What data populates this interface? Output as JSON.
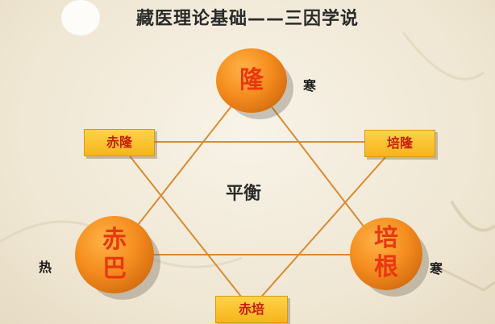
{
  "title": "藏医理论基础——三因学说",
  "center_label": "平衡",
  "nodes": {
    "top": "隆",
    "left": [
      "赤",
      "巴"
    ],
    "right": [
      "培",
      "根"
    ]
  },
  "labels": {
    "top_left": "赤隆",
    "top_right": "培隆",
    "bottom": "赤培"
  },
  "annotations": {
    "top": "寒",
    "left": "热",
    "right": "寒"
  },
  "colors": {
    "line": "#d98a2e",
    "node_fill": "#f58c1e",
    "node_text": "#e83810",
    "label_fill": "#f5b51a",
    "label_text": "#c4200a"
  }
}
